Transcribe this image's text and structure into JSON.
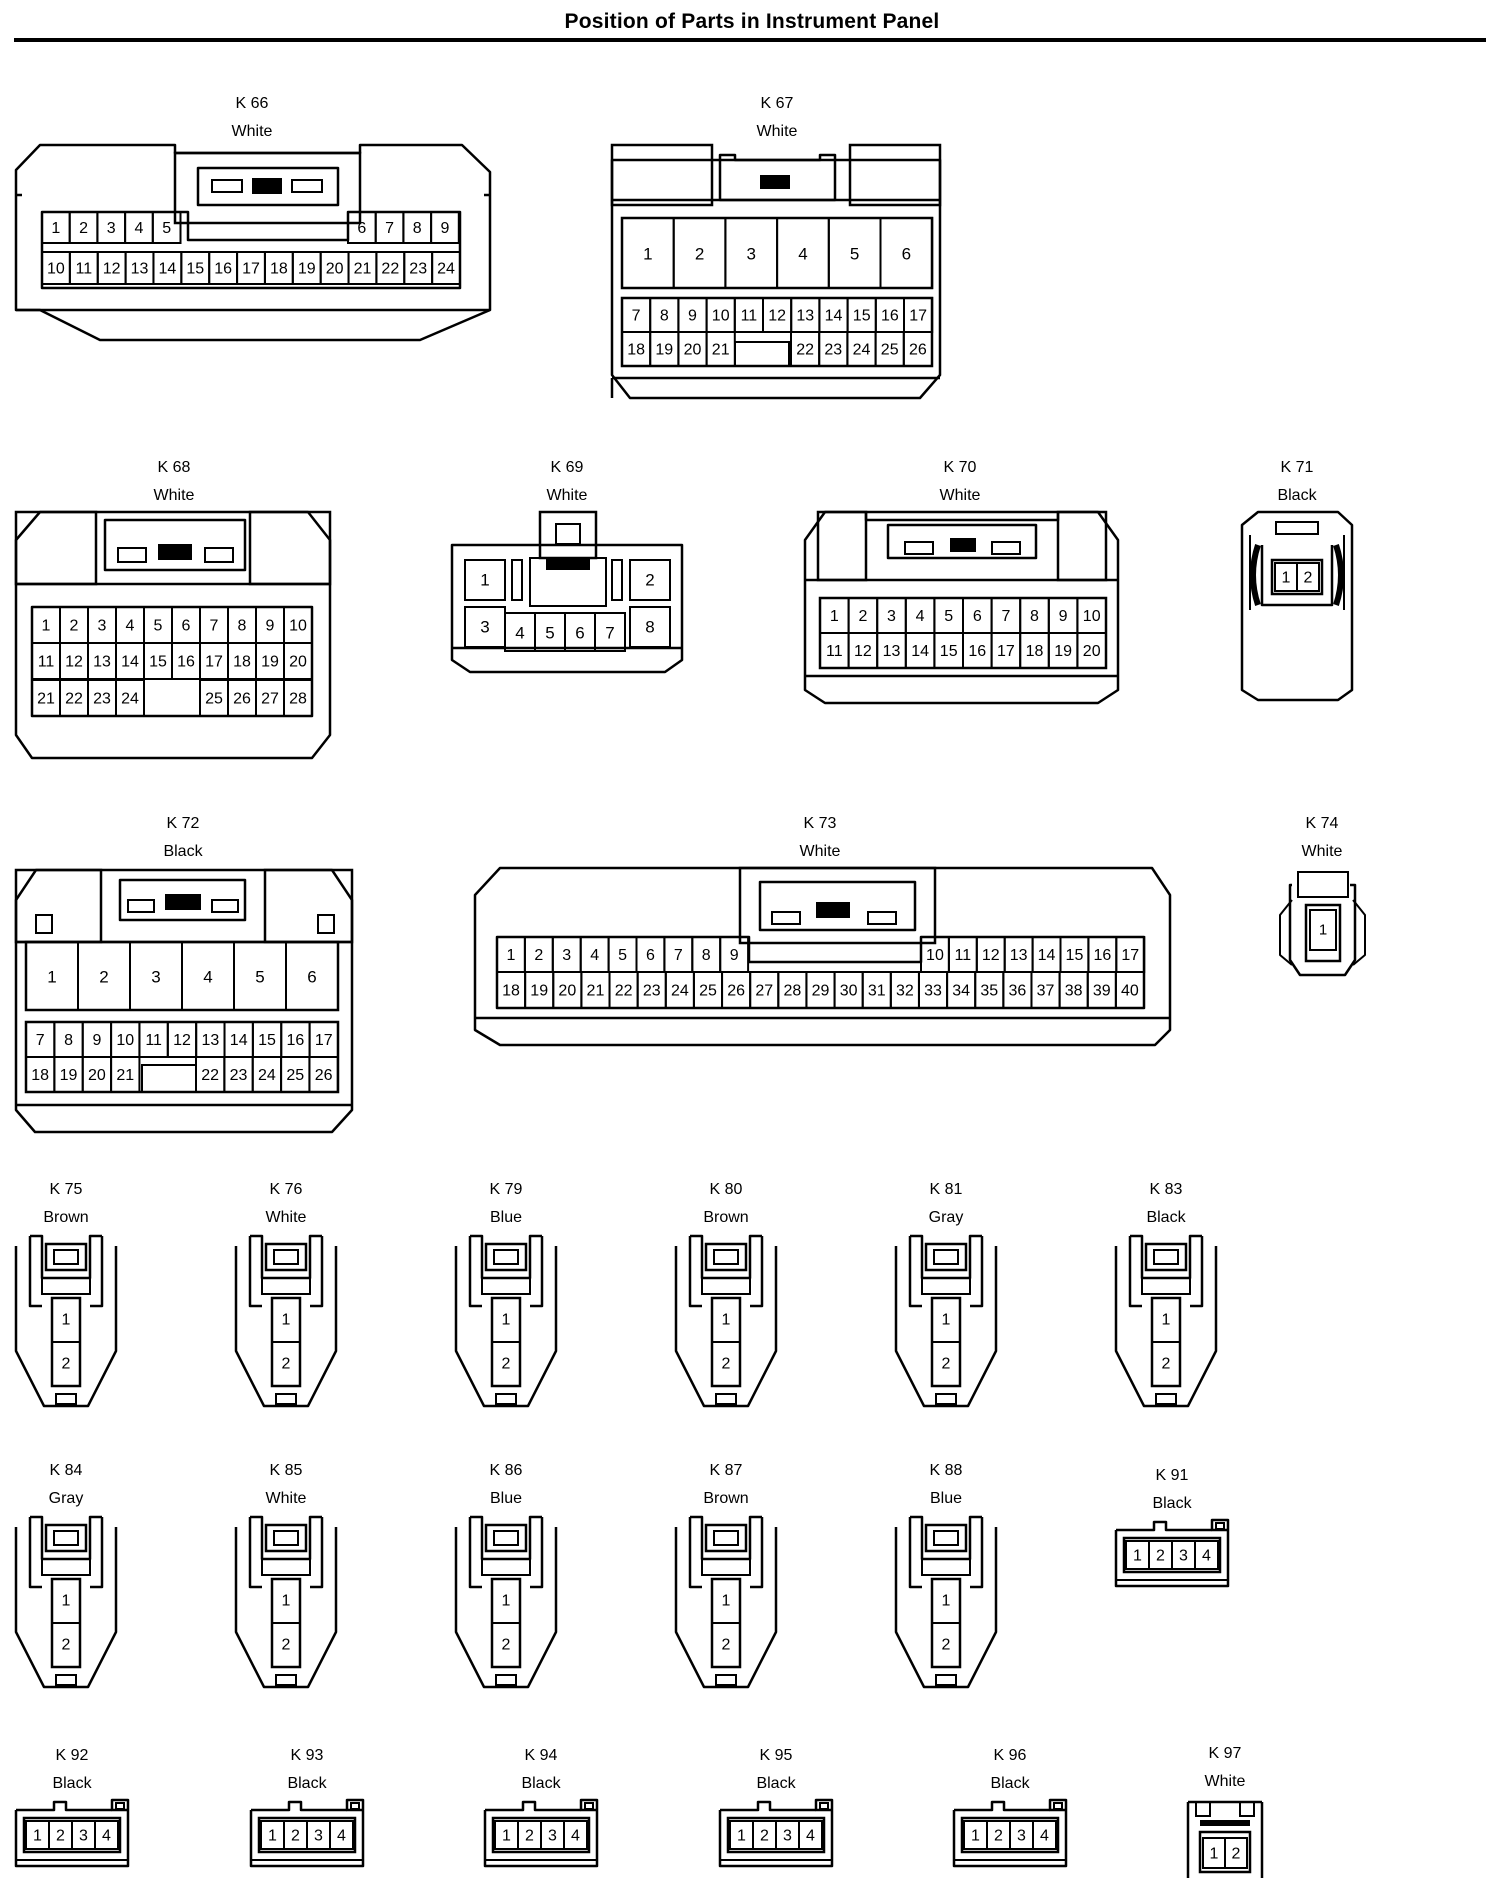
{
  "title": "Position of Parts in Instrument Panel",
  "connectors": [
    {
      "id": "K 66",
      "color": "White"
    },
    {
      "id": "K 67",
      "color": "White"
    },
    {
      "id": "K 68",
      "color": "White"
    },
    {
      "id": "K 69",
      "color": "White"
    },
    {
      "id": "K 70",
      "color": "White"
    },
    {
      "id": "K 71",
      "color": "Black"
    },
    {
      "id": "K 72",
      "color": "Black"
    },
    {
      "id": "K 73",
      "color": "White"
    },
    {
      "id": "K 74",
      "color": "White"
    },
    {
      "id": "K 75",
      "color": "Brown"
    },
    {
      "id": "K 76",
      "color": "White"
    },
    {
      "id": "K 79",
      "color": "Blue"
    },
    {
      "id": "K 80",
      "color": "Brown"
    },
    {
      "id": "K 81",
      "color": "Gray"
    },
    {
      "id": "K 83",
      "color": "Black"
    },
    {
      "id": "K 84",
      "color": "Gray"
    },
    {
      "id": "K 85",
      "color": "White"
    },
    {
      "id": "K 86",
      "color": "Blue"
    },
    {
      "id": "K 87",
      "color": "Brown"
    },
    {
      "id": "K 88",
      "color": "Blue"
    },
    {
      "id": "K 91",
      "color": "Black"
    },
    {
      "id": "K 92",
      "color": "Black"
    },
    {
      "id": "K 93",
      "color": "Black"
    },
    {
      "id": "K 94",
      "color": "Black"
    },
    {
      "id": "K 95",
      "color": "Black"
    },
    {
      "id": "K 96",
      "color": "Black"
    },
    {
      "id": "K 97",
      "color": "White"
    }
  ]
}
